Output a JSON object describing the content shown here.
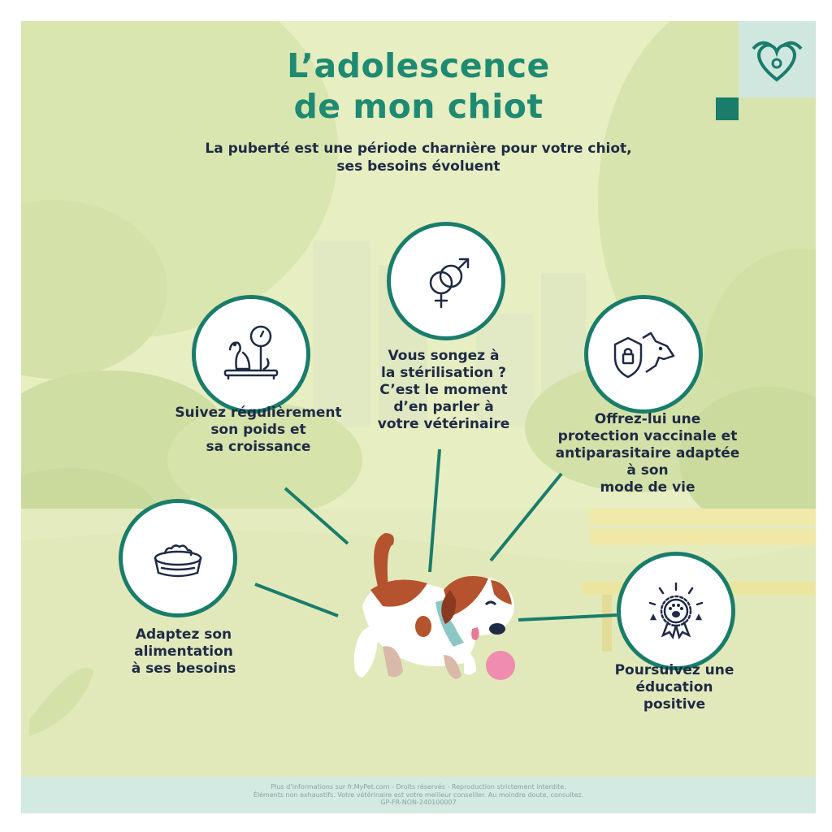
{
  "title": {
    "line1": "L’adolescence",
    "line2": "de mon chiot"
  },
  "subtitle": {
    "line1": "La puberté est une période charnière pour votre chiot,",
    "line2": "ses besoins évoluent"
  },
  "tips": [
    {
      "icon": "dog-on-scale-icon",
      "lines": [
        "Suivez régulièrement",
        "son poids et",
        "sa croissance"
      ]
    },
    {
      "icon": "gender-symbols-icon",
      "lines": [
        "Vous songez à",
        "la stérilisation ?",
        "C’est le moment",
        "d’en parler à",
        "votre vétérinaire"
      ]
    },
    {
      "icon": "dog-shield-icon",
      "lines": [
        "Offrez-lui une",
        "protection vaccinale et",
        "antiparasitaire adaptée",
        "à son",
        "mode de vie"
      ]
    },
    {
      "icon": "food-bowl-icon",
      "lines": [
        "Adaptez son",
        "alimentation",
        "à ses besoins"
      ]
    },
    {
      "icon": "paw-award-icon",
      "lines": [
        "Poursuivez une",
        "éducation",
        "positive"
      ]
    }
  ],
  "footer": {
    "line1": "Plus d’informations sur fr.MyPet.com - Droits réservés - Reproduction strictement interdite.",
    "line2": "Éléments non exhaustifs. Votre vétérinaire est votre meilleur conseiller. Au moindre doute, consultez.",
    "line3": "GP-FR-NON-240100007"
  },
  "colors": {
    "teal": "#1a7c6b",
    "title_green": "#1f8a72",
    "text_navy": "#1f2a44",
    "background": "#e8efc4",
    "footer_bg": "#d2eae2",
    "dog_brown": "#b5532e",
    "ball_pink": "#f08cb0"
  }
}
